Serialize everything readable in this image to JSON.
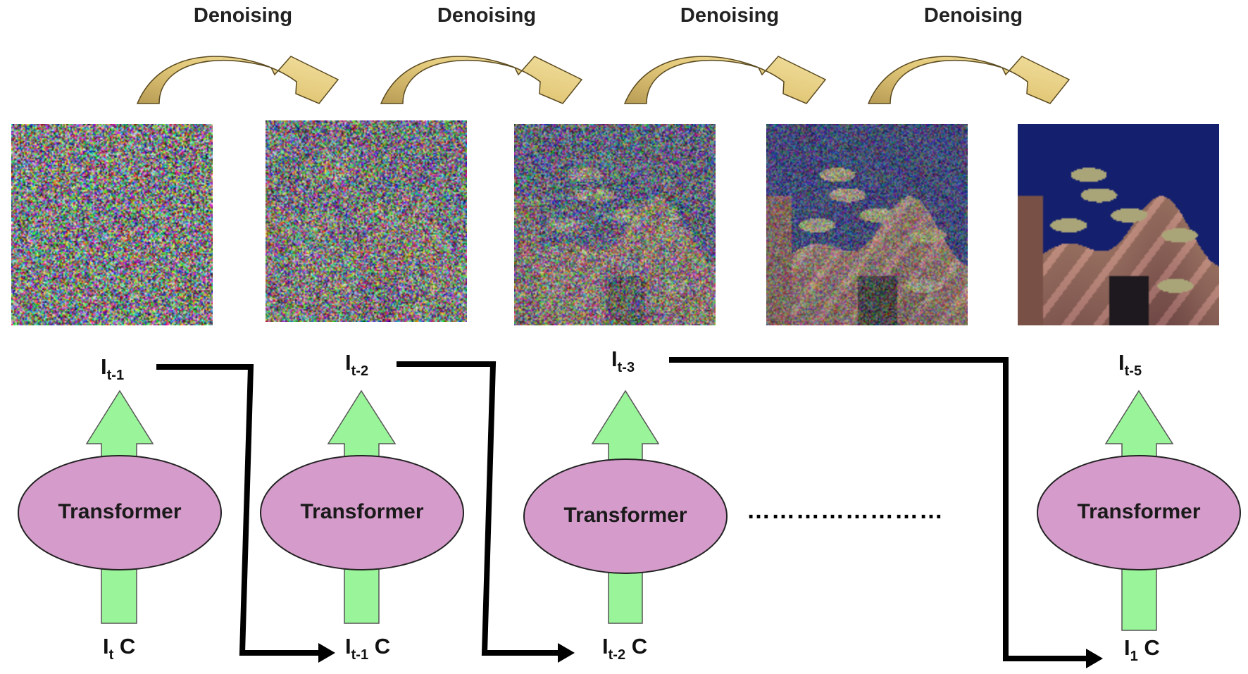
{
  "denoising": {
    "labels": [
      "Denoising",
      "Denoising",
      "Denoising",
      "Denoising"
    ]
  },
  "images": [
    {
      "noise_level": 1.0
    },
    {
      "noise_level": 0.9
    },
    {
      "noise_level": 0.72
    },
    {
      "noise_level": 0.45
    },
    {
      "noise_level": 0.0
    }
  ],
  "outputs": [
    {
      "base": "I",
      "sub": "t-1"
    },
    {
      "base": "I",
      "sub": "t-2"
    },
    {
      "base": "I",
      "sub": "t-3"
    },
    {
      "base": "I",
      "sub": "t-5"
    }
  ],
  "inputs": [
    {
      "base": "I",
      "sub": "t",
      "cond": "C"
    },
    {
      "base": "I",
      "sub": "t-1",
      "cond": "C"
    },
    {
      "base": "I",
      "sub": "t-2",
      "cond": "C"
    },
    {
      "base": "I",
      "sub": "1",
      "cond": "C"
    }
  ],
  "transformers": [
    "Transformer",
    "Transformer",
    "Transformer",
    "Transformer"
  ],
  "ellipsis": "……………………",
  "colors": {
    "ellipse_fill": "#d59ccb",
    "ellipse_stroke": "#222222",
    "arrow_green": "#9af59a",
    "curve_fill": "#e8d48a",
    "curve_dark": "#b89c55",
    "connector": "#000000",
    "water": "#14206e"
  }
}
